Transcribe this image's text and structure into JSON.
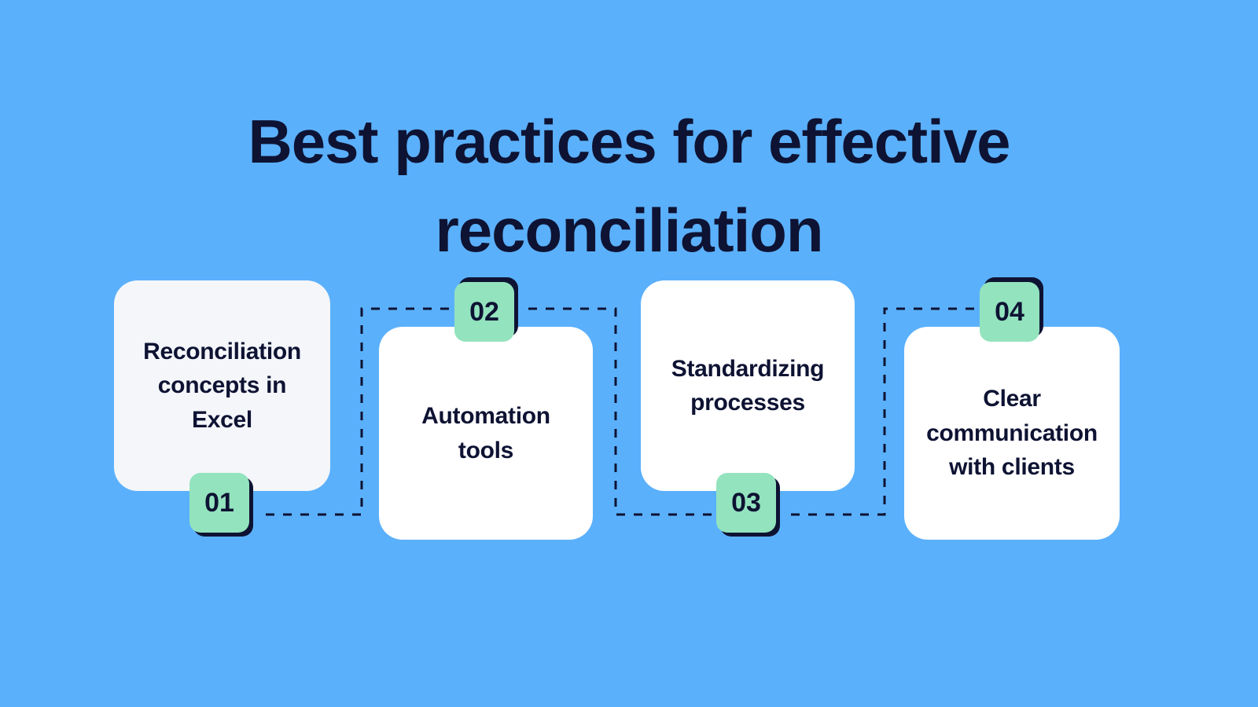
{
  "slide": {
    "title": "Best practices for effective reconciliation",
    "background_color": "#5bb0fb",
    "text_color": "#0e1333",
    "badge_color": "#93e3be",
    "card_color": "#ffffff",
    "first_card_color": "#f4f6fa",
    "connector_style": "dashed"
  },
  "steps": [
    {
      "number": "01",
      "title": "Reconciliation concepts in Excel",
      "badge_position": "bottom"
    },
    {
      "number": "02",
      "title": "Automation tools",
      "badge_position": "top"
    },
    {
      "number": "03",
      "title": "Standardizing processes",
      "badge_position": "bottom"
    },
    {
      "number": "04",
      "title": "Clear communication with clients",
      "badge_position": "top"
    }
  ]
}
